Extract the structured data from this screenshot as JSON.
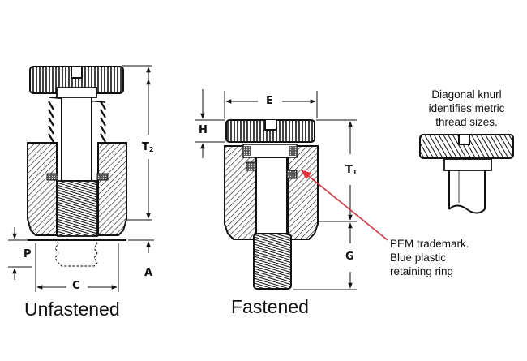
{
  "dimensions": {
    "T2_main": "T",
    "T2_sub": "2",
    "P": "P",
    "C": "C",
    "A": "A",
    "E": "E",
    "H": "H",
    "T1_main": "T",
    "T1_sub": "1",
    "G": "G"
  },
  "captions": {
    "unfastened": "Unfastened",
    "fastened": "Fastened"
  },
  "notes": {
    "diagonal_knurl": [
      "Diagonal knurl",
      "identifies metric",
      "thread sizes."
    ],
    "pem_trademark": [
      "PEM trademark.",
      "Blue plastic",
      "retaining ring"
    ]
  },
  "colors": {
    "leader_arrow": "#e8323c",
    "ink": "#111111"
  }
}
